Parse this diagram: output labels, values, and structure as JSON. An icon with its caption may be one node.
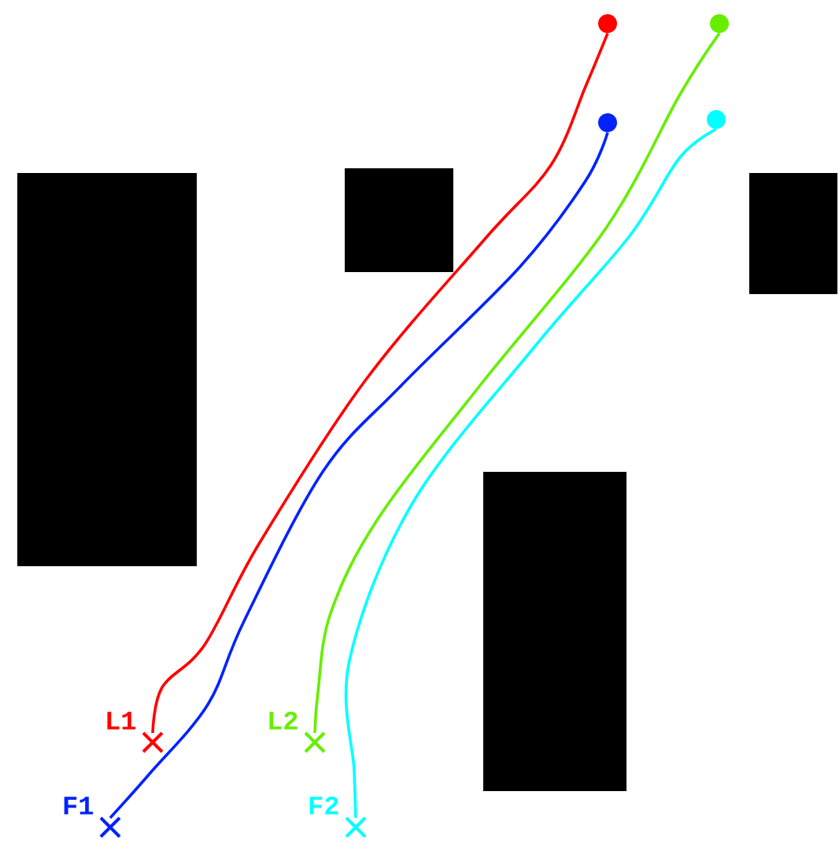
{
  "diagram": {
    "nodes": [
      {
        "text": [],
        "shape": "circle"
      },
      {
        "text": [],
        "shape": "circle"
      },
      {
        "text": [],
        "shape": "circle"
      },
      {
        "text": [],
        "shape": "circle"
      },
      {
        "text": [],
        "shape": "cross",
        "beside": [
          "L1"
        ]
      },
      {
        "text": [],
        "shape": "cross",
        "beside": [
          "L2"
        ]
      },
      {
        "text": [],
        "shape": "cross",
        "beside": [
          "F1"
        ]
      },
      {
        "text": [],
        "shape": "cross",
        "beside": [
          "F2"
        ]
      }
    ],
    "edges": [
      {
        "from": 0,
        "to": 4,
        "arrow": "none",
        "color": "#ff0000"
      },
      {
        "from": 2,
        "to": 6,
        "arrow": "none",
        "color": "#0022ff"
      },
      {
        "from": 1,
        "to": 5,
        "arrow": "none",
        "color": "#66ee00"
      },
      {
        "from": 3,
        "to": 7,
        "arrow": "none",
        "color": "#00ffff"
      }
    ]
  }
}
